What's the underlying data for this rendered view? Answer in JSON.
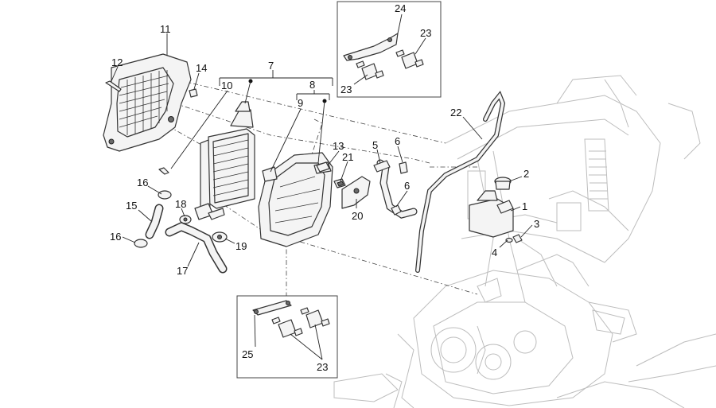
{
  "labels": {
    "l1": "1",
    "l2": "2",
    "l3": "3",
    "l4": "4",
    "l5": "5",
    "l6a": "6",
    "l6b": "6",
    "l7": "7",
    "l8": "8",
    "l9": "9",
    "l10": "10",
    "l11": "11",
    "l12": "12",
    "l13": "13",
    "l14": "14",
    "l15": "15",
    "l16a": "16",
    "l16b": "16",
    "l17": "17",
    "l18": "18",
    "l19": "19",
    "l20": "20",
    "l21": "21",
    "l22": "22",
    "l23a": "23",
    "l23b": "23",
    "l23c": "23",
    "l24": "24",
    "l25": "25"
  },
  "colors": {
    "line": "#222222",
    "frame": "#bdbdbd",
    "fill": "#f4f4f4",
    "dark": "#6a6a6a"
  }
}
